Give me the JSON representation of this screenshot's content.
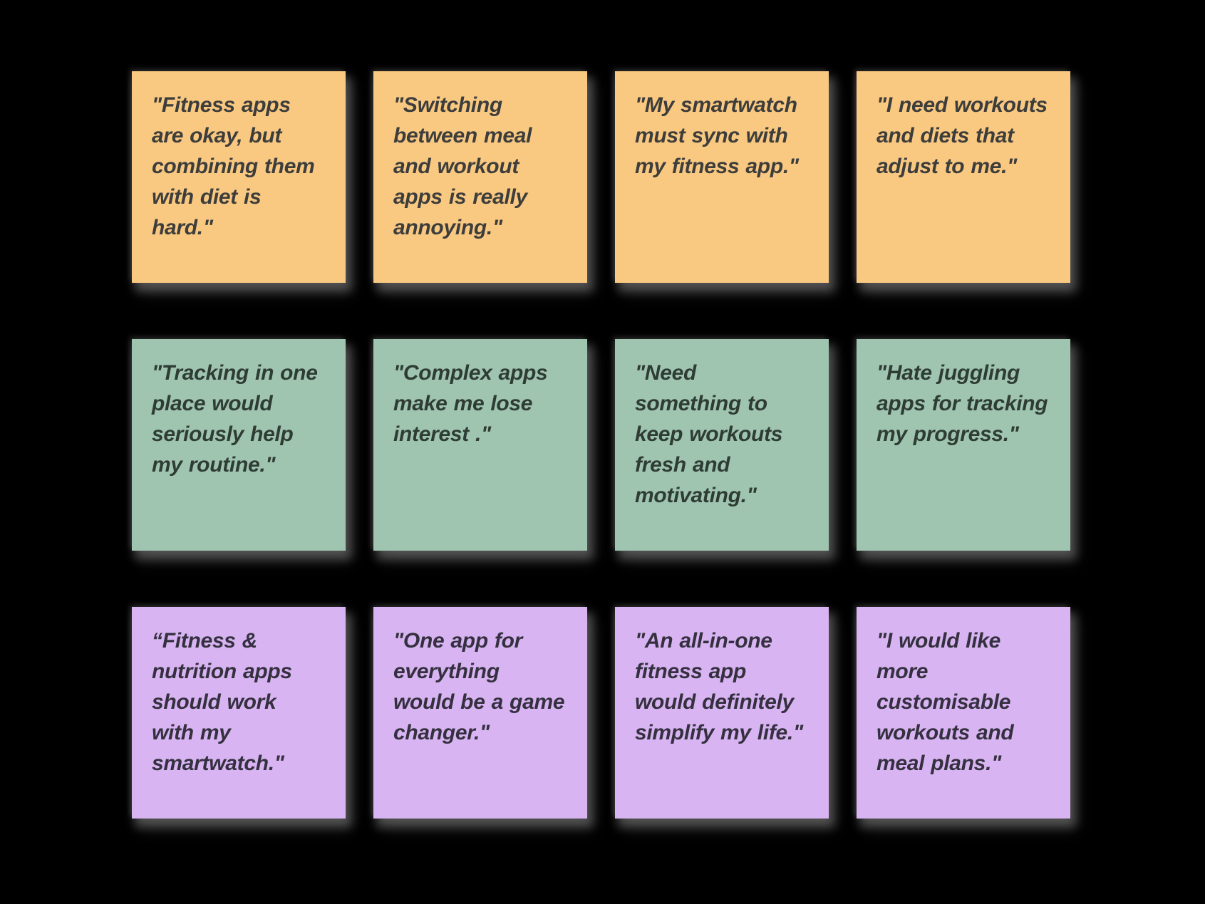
{
  "board": {
    "background_color": "#000000",
    "rows": [
      {
        "color": "#F9C982",
        "text_color": "#3D3D3B",
        "notes": [
          "\"Fitness apps are okay, but combining them with diet is hard.\"",
          "\"Switching between meal and workout apps is really annoying.\"",
          "\"My smartwatch must sync with my fitness app.\"",
          "\"I need workouts and diets that adjust to me.\""
        ]
      },
      {
        "color": "#9FC5B1",
        "text_color": "#2E3C34",
        "notes": [
          "\"Tracking in one place would seriously help my routine.\"",
          "\"Complex apps make me lose interest .\"",
          "\"Need something to keep workouts fresh and motivating.\"",
          "\"Hate juggling apps for tracking my progress.\""
        ]
      },
      {
        "color": "#D8B5F2",
        "text_color": "#353040",
        "notes": [
          "“Fitness & nutrition apps should work with my smartwatch.\"",
          "\"One app for everything would be a game changer.\"",
          "\"An all-in-one fitness app would definitely simplify my life.\"",
          "\"I would like more customisable workouts and meal plans.\""
        ]
      }
    ]
  }
}
